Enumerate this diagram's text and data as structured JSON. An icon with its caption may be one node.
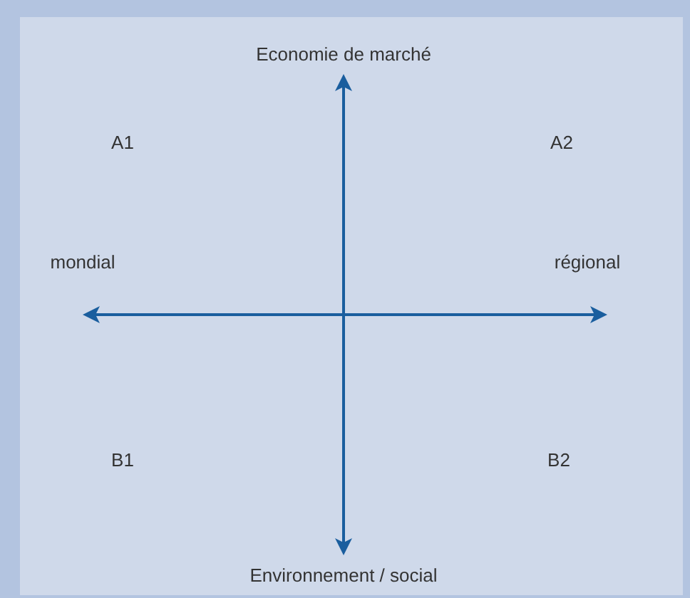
{
  "diagram": {
    "labels": [
      "Economie de marché",
      "A1",
      "A2",
      "mondial",
      "régional",
      "B1",
      "B2",
      "Environnement / social"
    ]
  }
}
